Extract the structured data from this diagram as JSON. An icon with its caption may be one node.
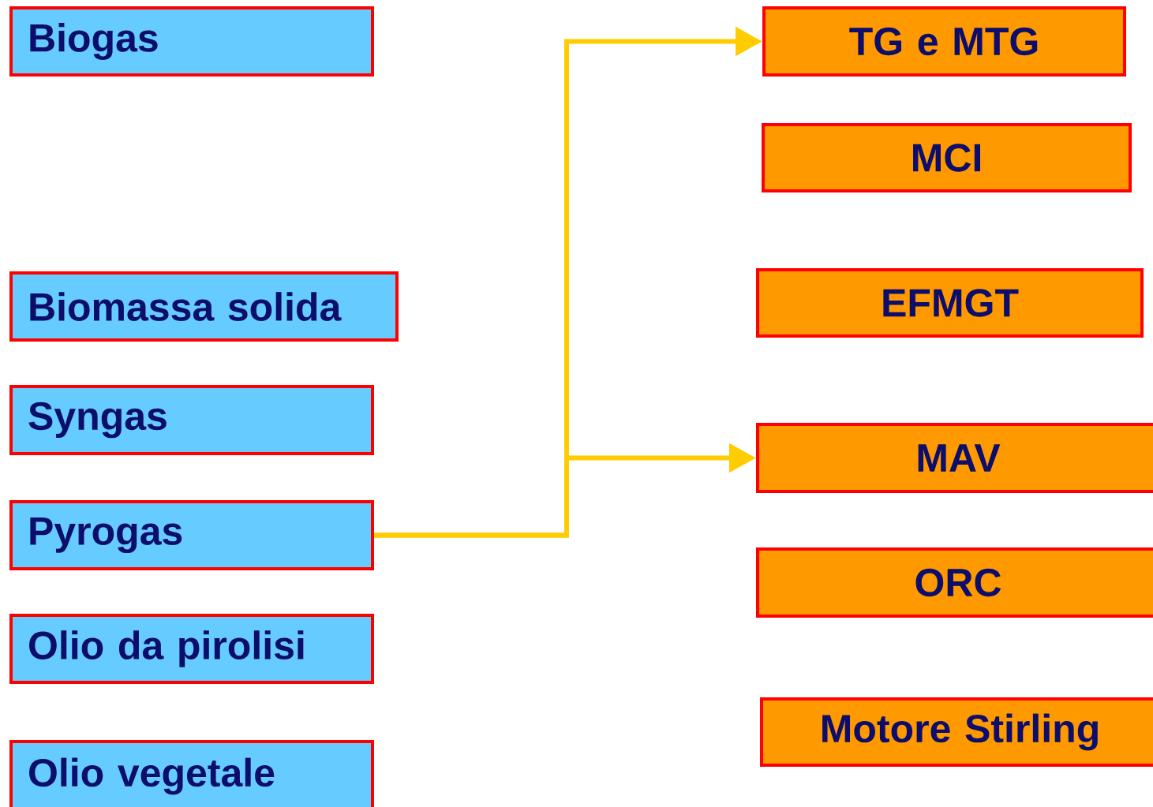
{
  "diagram": {
    "nodes": [
      {
        "text": [
          "Biogas"
        ]
      },
      {
        "text": [
          "Biomassa solida"
        ]
      },
      {
        "text": [
          "Syngas"
        ]
      },
      {
        "text": [
          "Pyrogas"
        ]
      },
      {
        "text": [
          "Olio da pirolisi"
        ]
      },
      {
        "text": [
          "Olio vegetale"
        ]
      },
      {
        "text": [
          "TG e MTG"
        ]
      },
      {
        "text": [
          "MCI"
        ]
      },
      {
        "text": [
          "EFMGT"
        ]
      },
      {
        "text": [
          "MAV"
        ]
      },
      {
        "text": [
          "ORC"
        ]
      },
      {
        "text": [
          "Motore Stirling"
        ]
      }
    ],
    "edges": [
      {
        "from": 3,
        "to": 6,
        "arrow": "to"
      },
      {
        "from": 3,
        "to": 9,
        "arrow": "to"
      }
    ]
  }
}
